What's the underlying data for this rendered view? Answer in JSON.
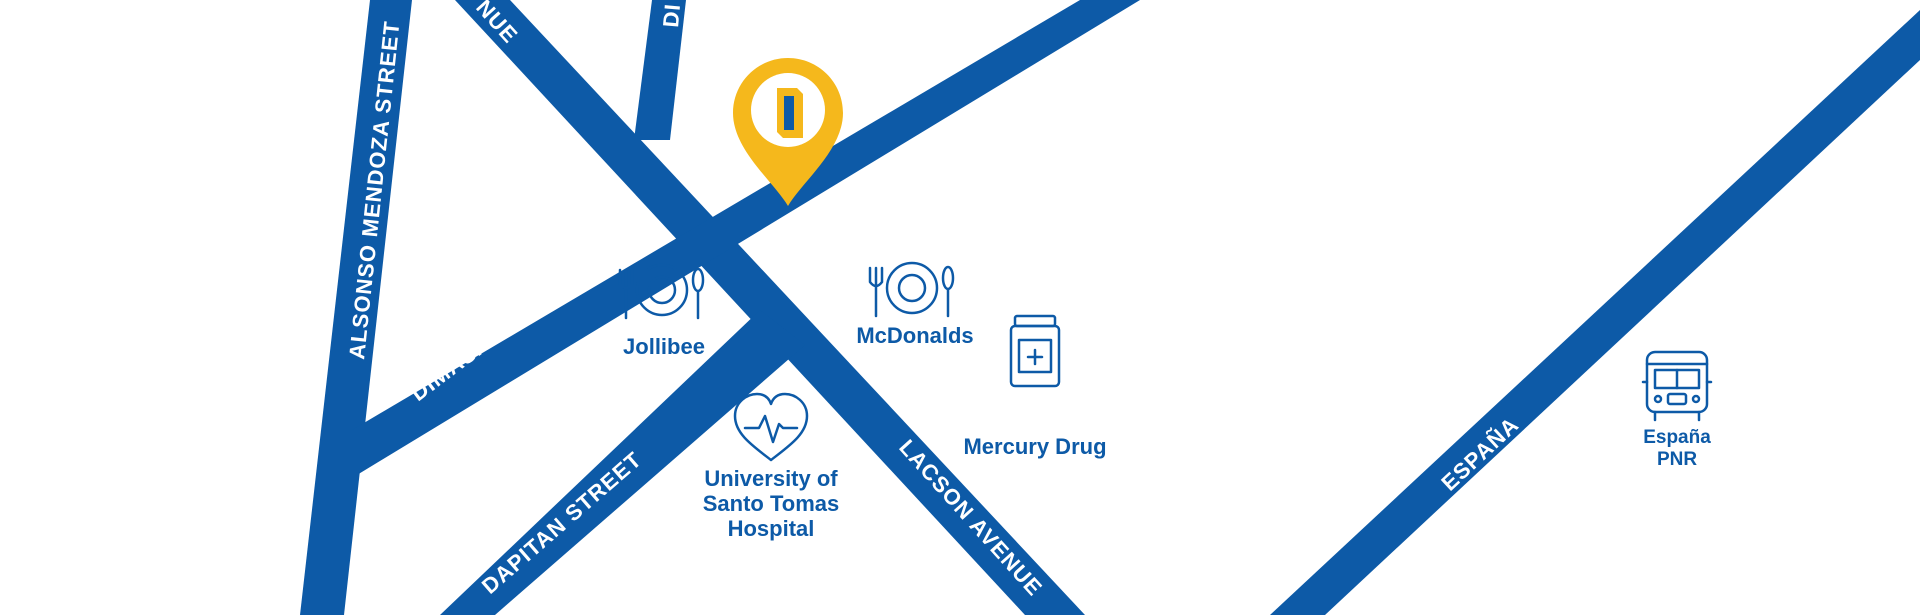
{
  "colors": {
    "road": "#0d5aa7",
    "pin": "#f5b81c",
    "background": "#ffffff"
  },
  "roads": {
    "alfonso_mendoza": "ALSONSO MENDOZA STREET",
    "dimasalang": "DIMASALANG ROAD",
    "dapitan_upper": "DAPITAN STREET",
    "dapitan_lower": "DAPITAN STREET",
    "lacson_lower": "LACSON AVENUE",
    "lacson_upper_partial": "NUE",
    "dimasalang_upper_partial": "DI",
    "espana": "ESPAÑA"
  },
  "pois": {
    "jollibee": {
      "label": "Jollibee",
      "icon": "dining-icon"
    },
    "mcdonalds": {
      "label": "McDonalds",
      "icon": "dining-icon"
    },
    "mercury": {
      "label": "Mercury Drug",
      "icon": "medicine-jar-icon"
    },
    "ust_hospital": {
      "lines": [
        "University of",
        "Santo Tomas",
        "Hospital"
      ],
      "icon": "heart-pulse-icon"
    },
    "espana_pnr": {
      "lines": [
        "España",
        "PNR"
      ],
      "icon": "train-icon"
    }
  },
  "pin": {
    "icon": "location-pin-icon"
  }
}
